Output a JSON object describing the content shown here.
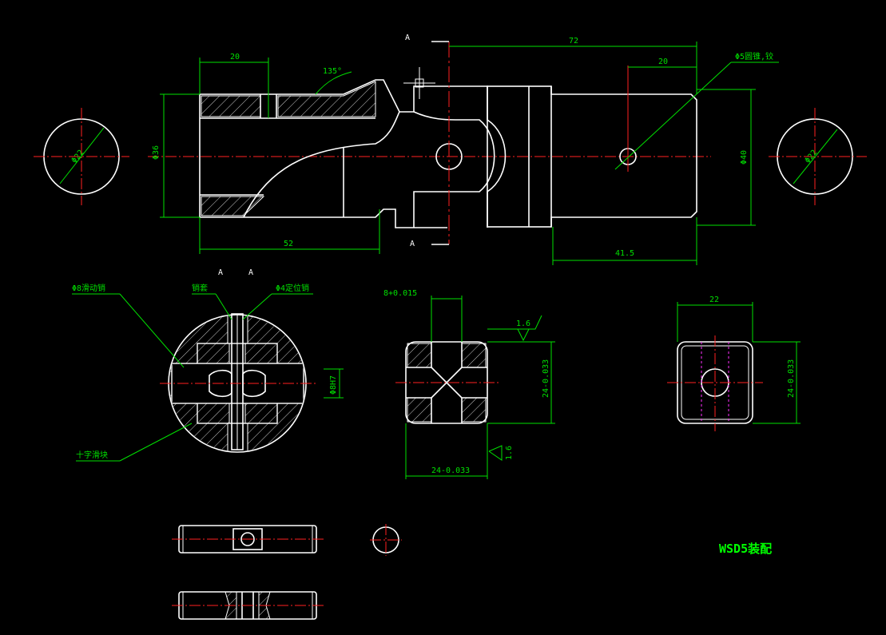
{
  "drawing": {
    "title": "WSD5装配",
    "colors": {
      "background": "#000000",
      "outline": "#ffffff",
      "centerline": "#ff2020",
      "dimension": "#00e000",
      "hidden": "#ff30ff"
    },
    "section_marks": {
      "top": "A",
      "bottom": "A",
      "left": "A",
      "right": "A"
    },
    "main_view": {
      "dim_left_bore": "20",
      "dim_angle": "135°",
      "dim_height_left": "Φ36",
      "dim_length_left": "52",
      "dim_total": "72",
      "dim_pin_offset": "20",
      "dim_height_right": "Φ40",
      "dim_length_right": "41.5",
      "note_pin": "Φ5圆锥,铰"
    },
    "left_circle": {
      "dim": "Φ22"
    },
    "right_circle": {
      "dim": "Φ22"
    },
    "section_view": {
      "label_slide_pin": "Φ8滑动销",
      "label_sleeve": "销套",
      "label_locating_pin": "Φ4定位销",
      "label_cross_block": "十字滑块",
      "dim_bore": "Φ8H7"
    },
    "block_view": {
      "dim_slot": "8+0.015",
      "roughness_top": "1.6",
      "roughness_bottom": "1.6",
      "dim_height": "24-0.033",
      "dim_width": "24-0.033"
    },
    "square_view": {
      "dim_width": "22",
      "dim_height": "24-0.033"
    }
  }
}
